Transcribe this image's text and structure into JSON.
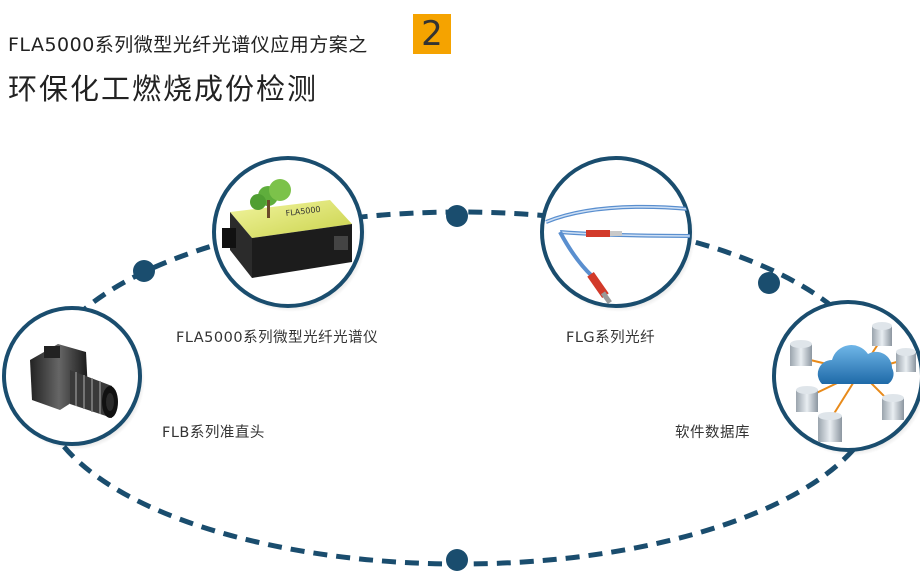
{
  "header": {
    "subtitle": "FLA5000系列微型光纤光谱仪应用方案之",
    "number": "2",
    "title": "环保化工燃烧成份检测"
  },
  "nodes": {
    "spectrometer": {
      "label": "FLA5000系列微型光纤光谱仪",
      "device_text": "FLA5000"
    },
    "fiber": {
      "label": "FLG系列光纤"
    },
    "collimator": {
      "label": "FLB系列准直头"
    },
    "database": {
      "label": "软件数据库"
    }
  },
  "colors": {
    "loop": "#1a4d6e",
    "accent": "#f5a300",
    "circle_border": "#1a4d6e"
  },
  "icons": [
    "spectrometer-icon",
    "fiber-icon",
    "collimator-icon",
    "database-cloud-icon"
  ]
}
